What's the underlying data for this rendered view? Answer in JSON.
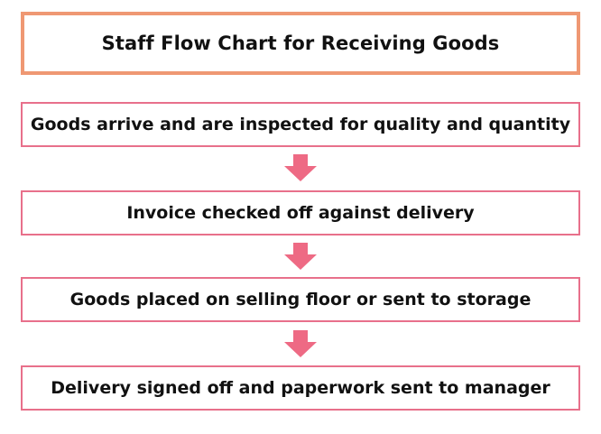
{
  "title": "Staff Flow Chart for Receiving Goods",
  "steps": [
    {
      "label": "Goods arrive and are inspected for quality and quantity"
    },
    {
      "label": "Invoice checked off against delivery"
    },
    {
      "label": "Goods placed on selling floor or sent to storage"
    },
    {
      "label": "Delivery signed off and paperwork sent to manager"
    }
  ],
  "colors": {
    "title_border": "#ef9873",
    "step_border": "#e8708b",
    "arrow": "#ee6a84"
  },
  "icons": {
    "connector": "arrow-down-icon"
  }
}
